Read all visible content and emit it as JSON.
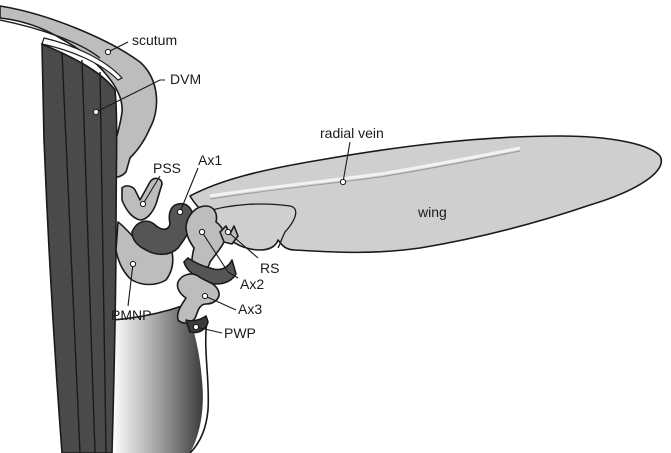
{
  "labels": {
    "scutum": "scutum",
    "dvm": "DVM",
    "radial_vein": "radial vein",
    "pss": "PSS",
    "ax1": "Ax1",
    "wing": "wing",
    "rs": "RS",
    "ax2": "Ax2",
    "pmnp": "PMNP",
    "ax3": "Ax3",
    "pwp": "PWP"
  },
  "colors": {
    "muscle": "#4a4a4a",
    "sclerite_dark": "#5a5a5a",
    "sclerite_light": "#bdbdbd",
    "wing_fill": "#cfcfcf",
    "outline": "#1a1a1a"
  }
}
